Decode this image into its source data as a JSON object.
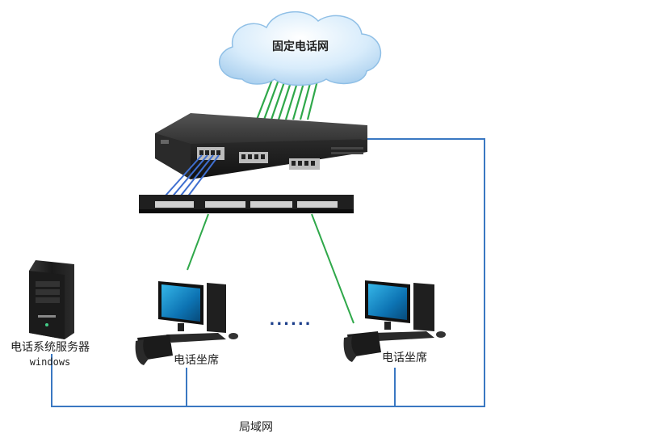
{
  "labels": {
    "cloud": "固定电话网",
    "server": "电话系统服务器",
    "server_os": "windows",
    "agent_left": "电话坐席",
    "agent_right": "电话坐席",
    "ellipsis": "......",
    "lan": "局域网"
  },
  "colors": {
    "lan_line": "#3a78c2",
    "phone_line_green": "#2fa84a",
    "patch_blue": "#3f6fd0",
    "device_dark": "#1f1f1f",
    "cloud_fill": "#cfe6f8"
  }
}
